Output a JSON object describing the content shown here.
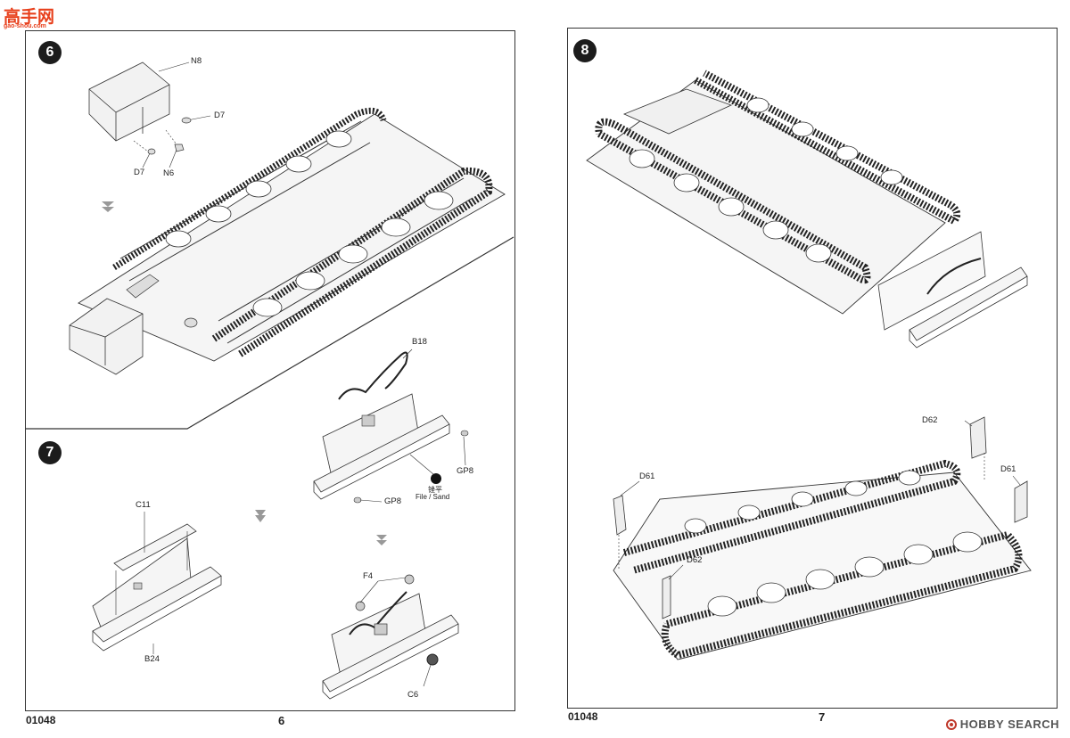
{
  "watermark": {
    "logo": "高手网",
    "url": "gao-shou.com"
  },
  "left_page": {
    "code": "01048",
    "page_number": "6",
    "step6": {
      "number": "6",
      "labels": {
        "n8": "N8",
        "d7_a": "D7",
        "d7_b": "D7",
        "n6": "N6"
      }
    },
    "step7": {
      "number": "7",
      "labels": {
        "c11": "C11",
        "b24": "B24",
        "b18": "B18",
        "gp8_a": "GP8",
        "gp8_b": "GP8",
        "file_sand_cn": "锉平",
        "file_sand": "File / Sand",
        "f4": "F4",
        "c6": "C6"
      }
    }
  },
  "right_page": {
    "code": "01048",
    "page_number": "7",
    "step8": {
      "number": "8",
      "labels": {
        "d62_a": "D62",
        "d61_a": "D61",
        "d61_b": "D61",
        "d62_b": "D62"
      }
    }
  },
  "hobby_search": "HOBBY SEARCH",
  "colors": {
    "accent_watermark": "#e8401c",
    "badge": "#1c1c1c",
    "line": "#333333"
  }
}
